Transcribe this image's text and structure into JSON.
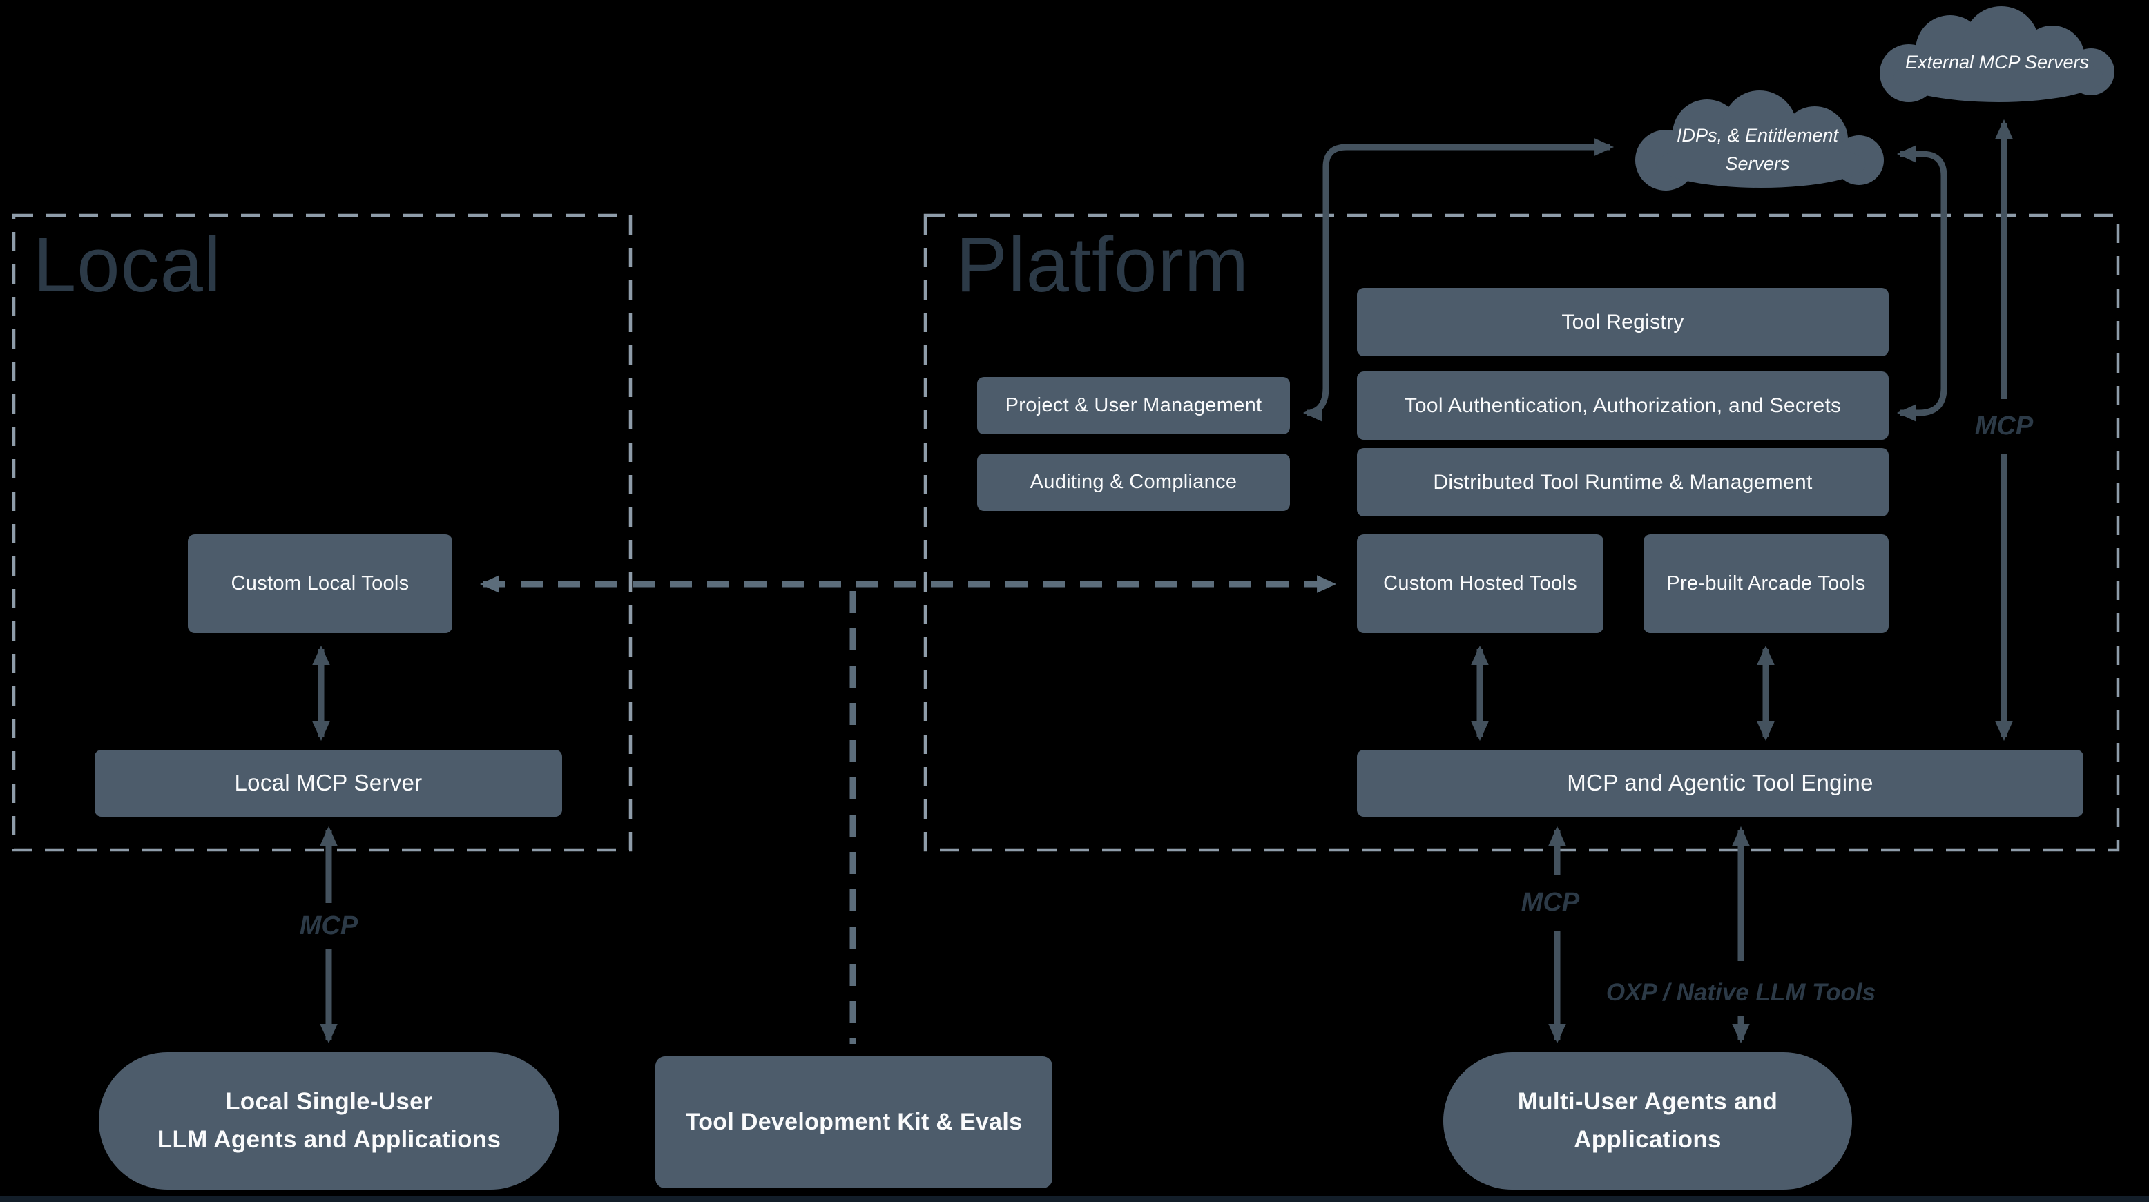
{
  "colors": {
    "background": "#000000",
    "node_fill": "#4d5c6b",
    "node_text": "#fafbfc",
    "arrow": "#44525e",
    "dashed_connector": "#5c6d7b",
    "region_border": "#8e9ca9",
    "region_title": "#2c3a47",
    "edge_label": "#2c3a47"
  },
  "regions": {
    "local": {
      "title": "Local"
    },
    "platform": {
      "title": "Platform"
    }
  },
  "clouds": {
    "external": {
      "label": "External MCP Servers"
    },
    "idps": {
      "line1": "IDPs, & Entitlement",
      "line2": "Servers"
    }
  },
  "nodes": {
    "tool_registry": {
      "label": "Tool Registry"
    },
    "project_user_mgmt": {
      "label": "Project & User Management"
    },
    "tool_auth": {
      "label": "Tool Authentication, Authorization, and Secrets"
    },
    "auditing": {
      "label": "Auditing & Compliance"
    },
    "runtime": {
      "label": "Distributed Tool Runtime & Management"
    },
    "custom_hosted": {
      "label": "Custom Hosted Tools"
    },
    "prebuilt": {
      "label": "Pre-built Arcade Tools"
    },
    "engine": {
      "label": "MCP and Agentic Tool Engine"
    },
    "custom_local": {
      "label": "Custom Local Tools"
    },
    "local_mcp_server": {
      "label": "Local MCP Server"
    },
    "local_agents": {
      "line1": "Local Single-User",
      "line2": "LLM Agents and Applications"
    },
    "tdk": {
      "label": "Tool Development Kit & Evals"
    },
    "multi_user_agents": {
      "line1": "Multi-User Agents and",
      "line2": "Applications"
    }
  },
  "edge_labels": {
    "local_mcp": "MCP",
    "engine_mcp": "MCP",
    "engine_oxp": "OXP / Native LLM Tools",
    "external_mcp": "MCP"
  }
}
